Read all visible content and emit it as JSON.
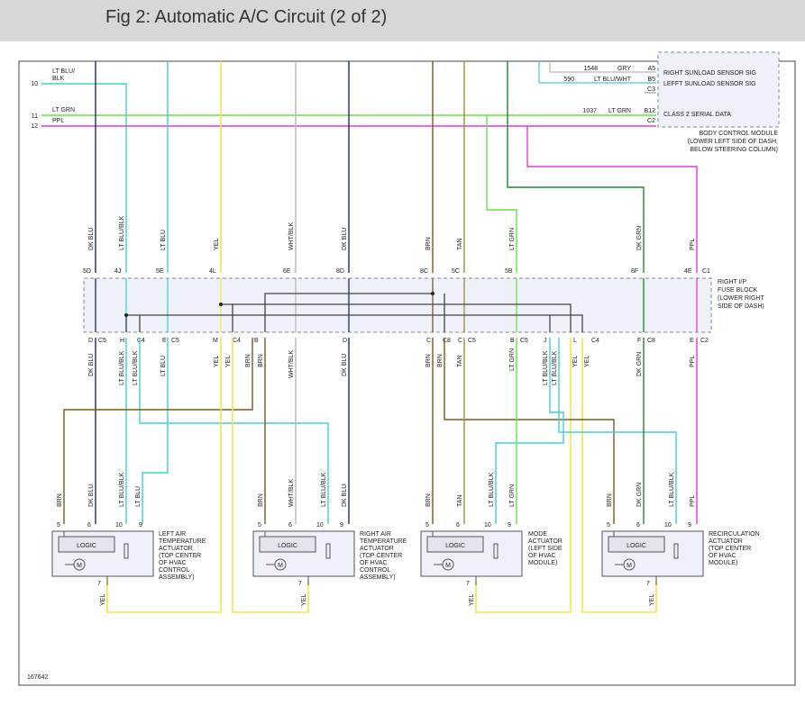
{
  "header": {
    "title": "Fig 2: Automatic A/C Circuit (2 of 2)"
  },
  "bcm": {
    "pins": [
      {
        "id": "bcm-a5",
        "circuit": "1548",
        "color": "GRY",
        "pin": "A5",
        "desc": ""
      },
      {
        "id": "bcm-b5",
        "circuit": "590",
        "color": "LT BLU/WHT",
        "pin": "B5",
        "desc": "LEFFT SUNLOAD SENSOR SIG"
      },
      {
        "id": "bcm-c3",
        "circuit": "",
        "color": "",
        "pin": "C3",
        "desc": ""
      },
      {
        "id": "bcm-b12",
        "circuit": "1037",
        "color": "LT GRN",
        "pin": "B12",
        "desc": "CLASS 2 SERIAL DATA"
      },
      {
        "id": "bcm-c2",
        "circuit": "",
        "color": "",
        "pin": "C2",
        "desc": ""
      }
    ],
    "right_sunload": "RIGHT SUNLOAD SENSOR SIG",
    "label": [
      "BODY CONTROL MODULE",
      "(LOWER LEFT SIDE OF DASH,",
      "BELOW STEERING COLUMN)"
    ]
  },
  "left_wires": [
    {
      "num": "10",
      "label": "LT BLU/",
      "label2": "BLK"
    },
    {
      "num": "11",
      "label": "LT GRN"
    },
    {
      "num": "12",
      "label": "PPL"
    }
  ],
  "top_wire_labels": [
    "DK BLU",
    "LT BLU/BLK",
    "LT BLU",
    "YEL",
    "WHT/BLK",
    "DK BLU",
    "BRN",
    "TAN",
    "LT GRN",
    "DK GRN",
    "PPL"
  ],
  "fuse_top_pins": [
    "5D",
    "4J",
    "5E",
    "4L",
    "6E",
    "8D",
    "8C",
    "5C",
    "5B",
    "8F",
    "4E",
    "C1"
  ],
  "fuse_block_label": [
    "RIGHT I/P",
    "FUSE BLOCK",
    "(LOWER RIGHT",
    "SIDE OF DASH)"
  ],
  "fuse_bottom_pins": [
    "D",
    "C5",
    "H",
    "C4",
    "E",
    "C5",
    "M",
    "C4",
    "B",
    "D",
    "C",
    "C8",
    "C",
    "C5",
    "B",
    "C5",
    "J",
    "L",
    "C4",
    "F",
    "C8",
    "E",
    "C2"
  ],
  "mid_wire_labels": [
    "DK BLU",
    "LT BLU/BLK",
    "LT BLU/BLK",
    "LT BLU",
    "YEL",
    "YEL",
    "BRN",
    "BRN",
    "WHT/BLK",
    "DK BLU",
    "BRN",
    "BRN",
    "TAN",
    "LT GRN",
    "LT BLU/BLK",
    "LT BLU/BLK",
    "YEL",
    "YEL",
    "DK GRN",
    "PPL"
  ],
  "actuators": [
    {
      "id": "left-air",
      "pins": [
        "5",
        "6",
        "10",
        "9"
      ],
      "wires": [
        "BRN",
        "DK BLU",
        "LT BLU/BLK",
        "LT BLU"
      ],
      "logic": "LOGIC",
      "motor": "M",
      "gnd_pin": "7",
      "gnd_wire": "YEL",
      "label": [
        "LEFT AIR",
        "TEMPERATURE",
        "ACTUATOR",
        "(TOP CENTER",
        "OF HVAC",
        "CONTROL",
        "ASSEMBLY)"
      ]
    },
    {
      "id": "right-air",
      "pins": [
        "5",
        "6",
        "10",
        "9"
      ],
      "wires": [
        "BRN",
        "WHT/BLK",
        "LT BLU/BLK",
        "DK BLU"
      ],
      "logic": "LOGIC",
      "motor": "M",
      "gnd_pin": "7",
      "gnd_wire": "YEL",
      "label": [
        "RIGHT AIR",
        "TEMPERATURE",
        "ACTUATOR",
        "(TOP CENTER",
        "OF HVAC",
        "CONTROL",
        "ASSEMBLY)"
      ]
    },
    {
      "id": "mode",
      "pins": [
        "5",
        "6",
        "10",
        "9"
      ],
      "wires": [
        "BRN",
        "TAN",
        "LT BLU/BLK",
        "LT GRN"
      ],
      "logic": "LOGIC",
      "motor": "M",
      "gnd_pin": "7",
      "gnd_wire": "YEL",
      "label": [
        "MODE",
        "ACTUATOR",
        "(LEFT SIDE",
        "OF HVAC",
        "MODULE)"
      ]
    },
    {
      "id": "recirc",
      "pins": [
        "5",
        "6",
        "10",
        "9"
      ],
      "wires": [
        "BRN",
        "DK GRN",
        "LT BLU/BLK",
        "PPL"
      ],
      "logic": "LOGIC",
      "motor": "M",
      "gnd_pin": "7",
      "gnd_wire": "YEL",
      "label": [
        "RECIRCULATION",
        "ACTUATOR",
        "(TOP CENTER",
        "OF HVAC",
        "MODULE)"
      ]
    }
  ],
  "figure_number": "167642",
  "colors": {
    "dk_blu": "#1f2a6b",
    "lt_blu": "#3fd0d8",
    "yel": "#f2e84a",
    "wht_blk": "#b8b8b8",
    "brn": "#7a5a1a",
    "tan": "#a88a3c",
    "lt_grn": "#66e04a",
    "dk_grn": "#1e8a2a",
    "ppl": "#e63ad2",
    "fuse_fill": "#eef0fa"
  }
}
